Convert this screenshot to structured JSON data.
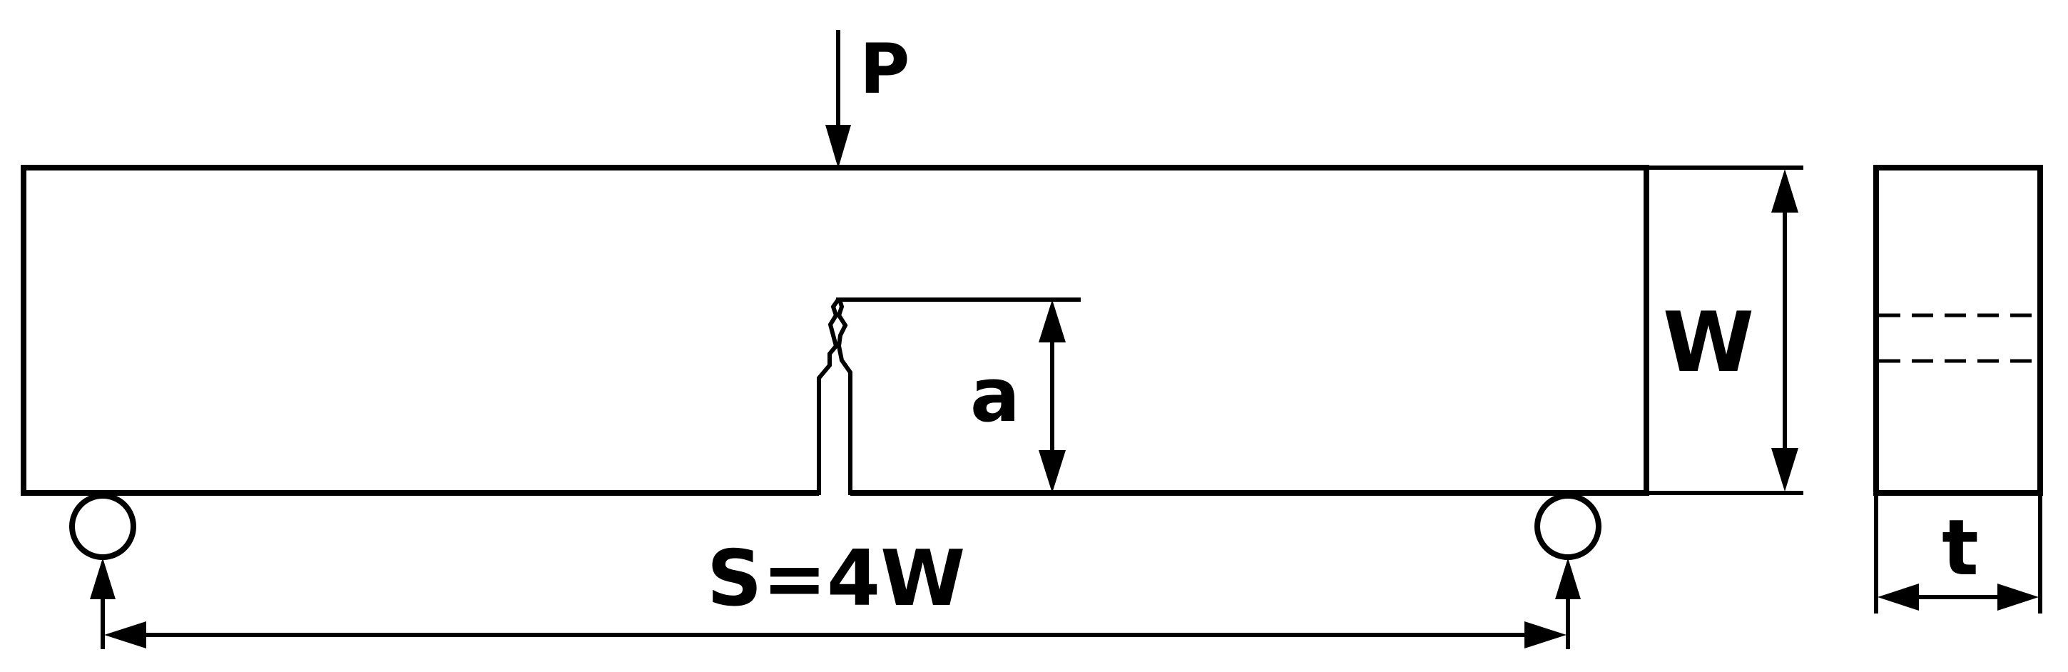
{
  "labels": {
    "load": "P",
    "crack_length": "a",
    "width": "W",
    "span": "S=4W",
    "thickness": "t"
  }
}
